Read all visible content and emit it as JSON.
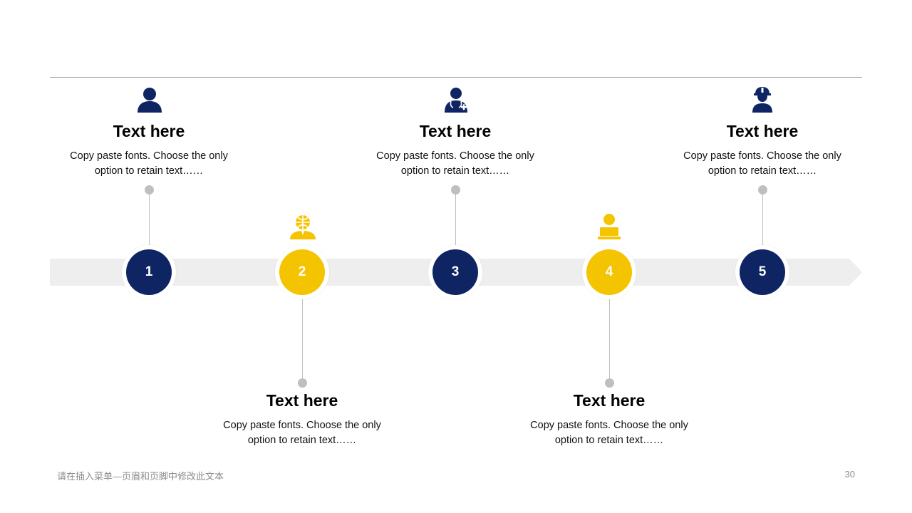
{
  "colors": {
    "navy": "#0f2462",
    "yellow": "#f5c400",
    "band": "#eeeeee",
    "connector": "#bfbfbf"
  },
  "steps": [
    {
      "number": "1",
      "title": "Text here",
      "desc_line1": "Copy paste fonts. Choose the only",
      "desc_line2": "option to retain text……",
      "icon": "person-icon",
      "color": "navy"
    },
    {
      "number": "2",
      "title": "Text here",
      "desc_line1": "Copy paste fonts. Choose the only",
      "desc_line2": "option to retain text……",
      "icon": "globe-person-icon",
      "color": "yellow"
    },
    {
      "number": "3",
      "title": "Text here",
      "desc_line1": "Copy paste fonts. Choose the only",
      "desc_line2": "option to retain text……",
      "icon": "doctor-icon",
      "color": "navy"
    },
    {
      "number": "4",
      "title": "Text here",
      "desc_line1": "Copy paste fonts. Choose the only",
      "desc_line2": "option to retain text……",
      "icon": "laptop-user-icon",
      "color": "yellow"
    },
    {
      "number": "5",
      "title": "Text here",
      "desc_line1": "Copy paste fonts. Choose the only",
      "desc_line2": "option to retain text……",
      "icon": "worker-helmet-icon",
      "color": "navy"
    }
  ],
  "footer": {
    "text": "请在插入菜单—页眉和页脚中修改此文本",
    "page_number": "30"
  }
}
